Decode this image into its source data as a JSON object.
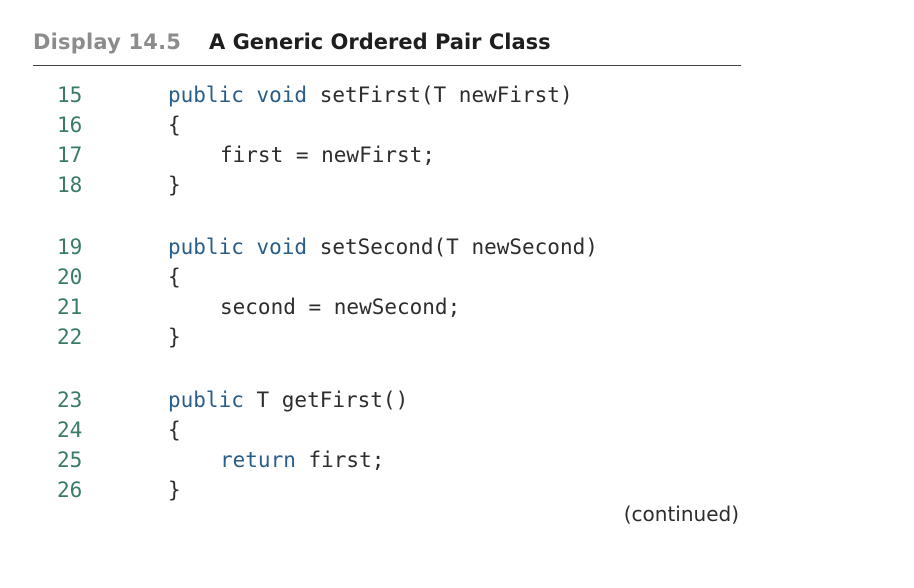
{
  "header": {
    "display_label": "Display 14.5",
    "title": "A Generic Ordered Pair Class"
  },
  "code_lines": [
    {
      "num": "15",
      "parts": [
        {
          "t": "public void",
          "kw": true
        },
        {
          "t": " setFirst(T newFirst)",
          "kw": false
        }
      ],
      "indent": 0
    },
    {
      "num": "16",
      "parts": [
        {
          "t": "{",
          "kw": false
        }
      ],
      "indent": 0
    },
    {
      "num": "17",
      "parts": [
        {
          "t": "first = newFirst;",
          "kw": false
        }
      ],
      "indent": 1
    },
    {
      "num": "18",
      "parts": [
        {
          "t": "}",
          "kw": false
        }
      ],
      "indent": 0
    },
    {
      "num": "19",
      "parts": [
        {
          "t": "public void",
          "kw": true
        },
        {
          "t": " setSecond(T newSecond)",
          "kw": false
        }
      ],
      "indent": 0
    },
    {
      "num": "20",
      "parts": [
        {
          "t": "{",
          "kw": false
        }
      ],
      "indent": 0
    },
    {
      "num": "21",
      "parts": [
        {
          "t": "second = newSecond;",
          "kw": false
        }
      ],
      "indent": 1
    },
    {
      "num": "22",
      "parts": [
        {
          "t": "}",
          "kw": false
        }
      ],
      "indent": 0
    },
    {
      "num": "23",
      "parts": [
        {
          "t": "public",
          "kw": true
        },
        {
          "t": " T getFirst()",
          "kw": false
        }
      ],
      "indent": 0
    },
    {
      "num": "24",
      "parts": [
        {
          "t": "{",
          "kw": false
        }
      ],
      "indent": 0
    },
    {
      "num": "25",
      "parts": [
        {
          "t": "return",
          "kw": true
        },
        {
          "t": " first;",
          "kw": false
        }
      ],
      "indent": 1
    },
    {
      "num": "26",
      "parts": [
        {
          "t": "}",
          "kw": false
        }
      ],
      "indent": 0
    }
  ],
  "footer": {
    "continued": "(continued)"
  },
  "colors": {
    "line_number": "#3a7a68",
    "keyword": "#2a5e8a",
    "text": "#2d2d2d",
    "display_label": "#8c8c8c"
  }
}
